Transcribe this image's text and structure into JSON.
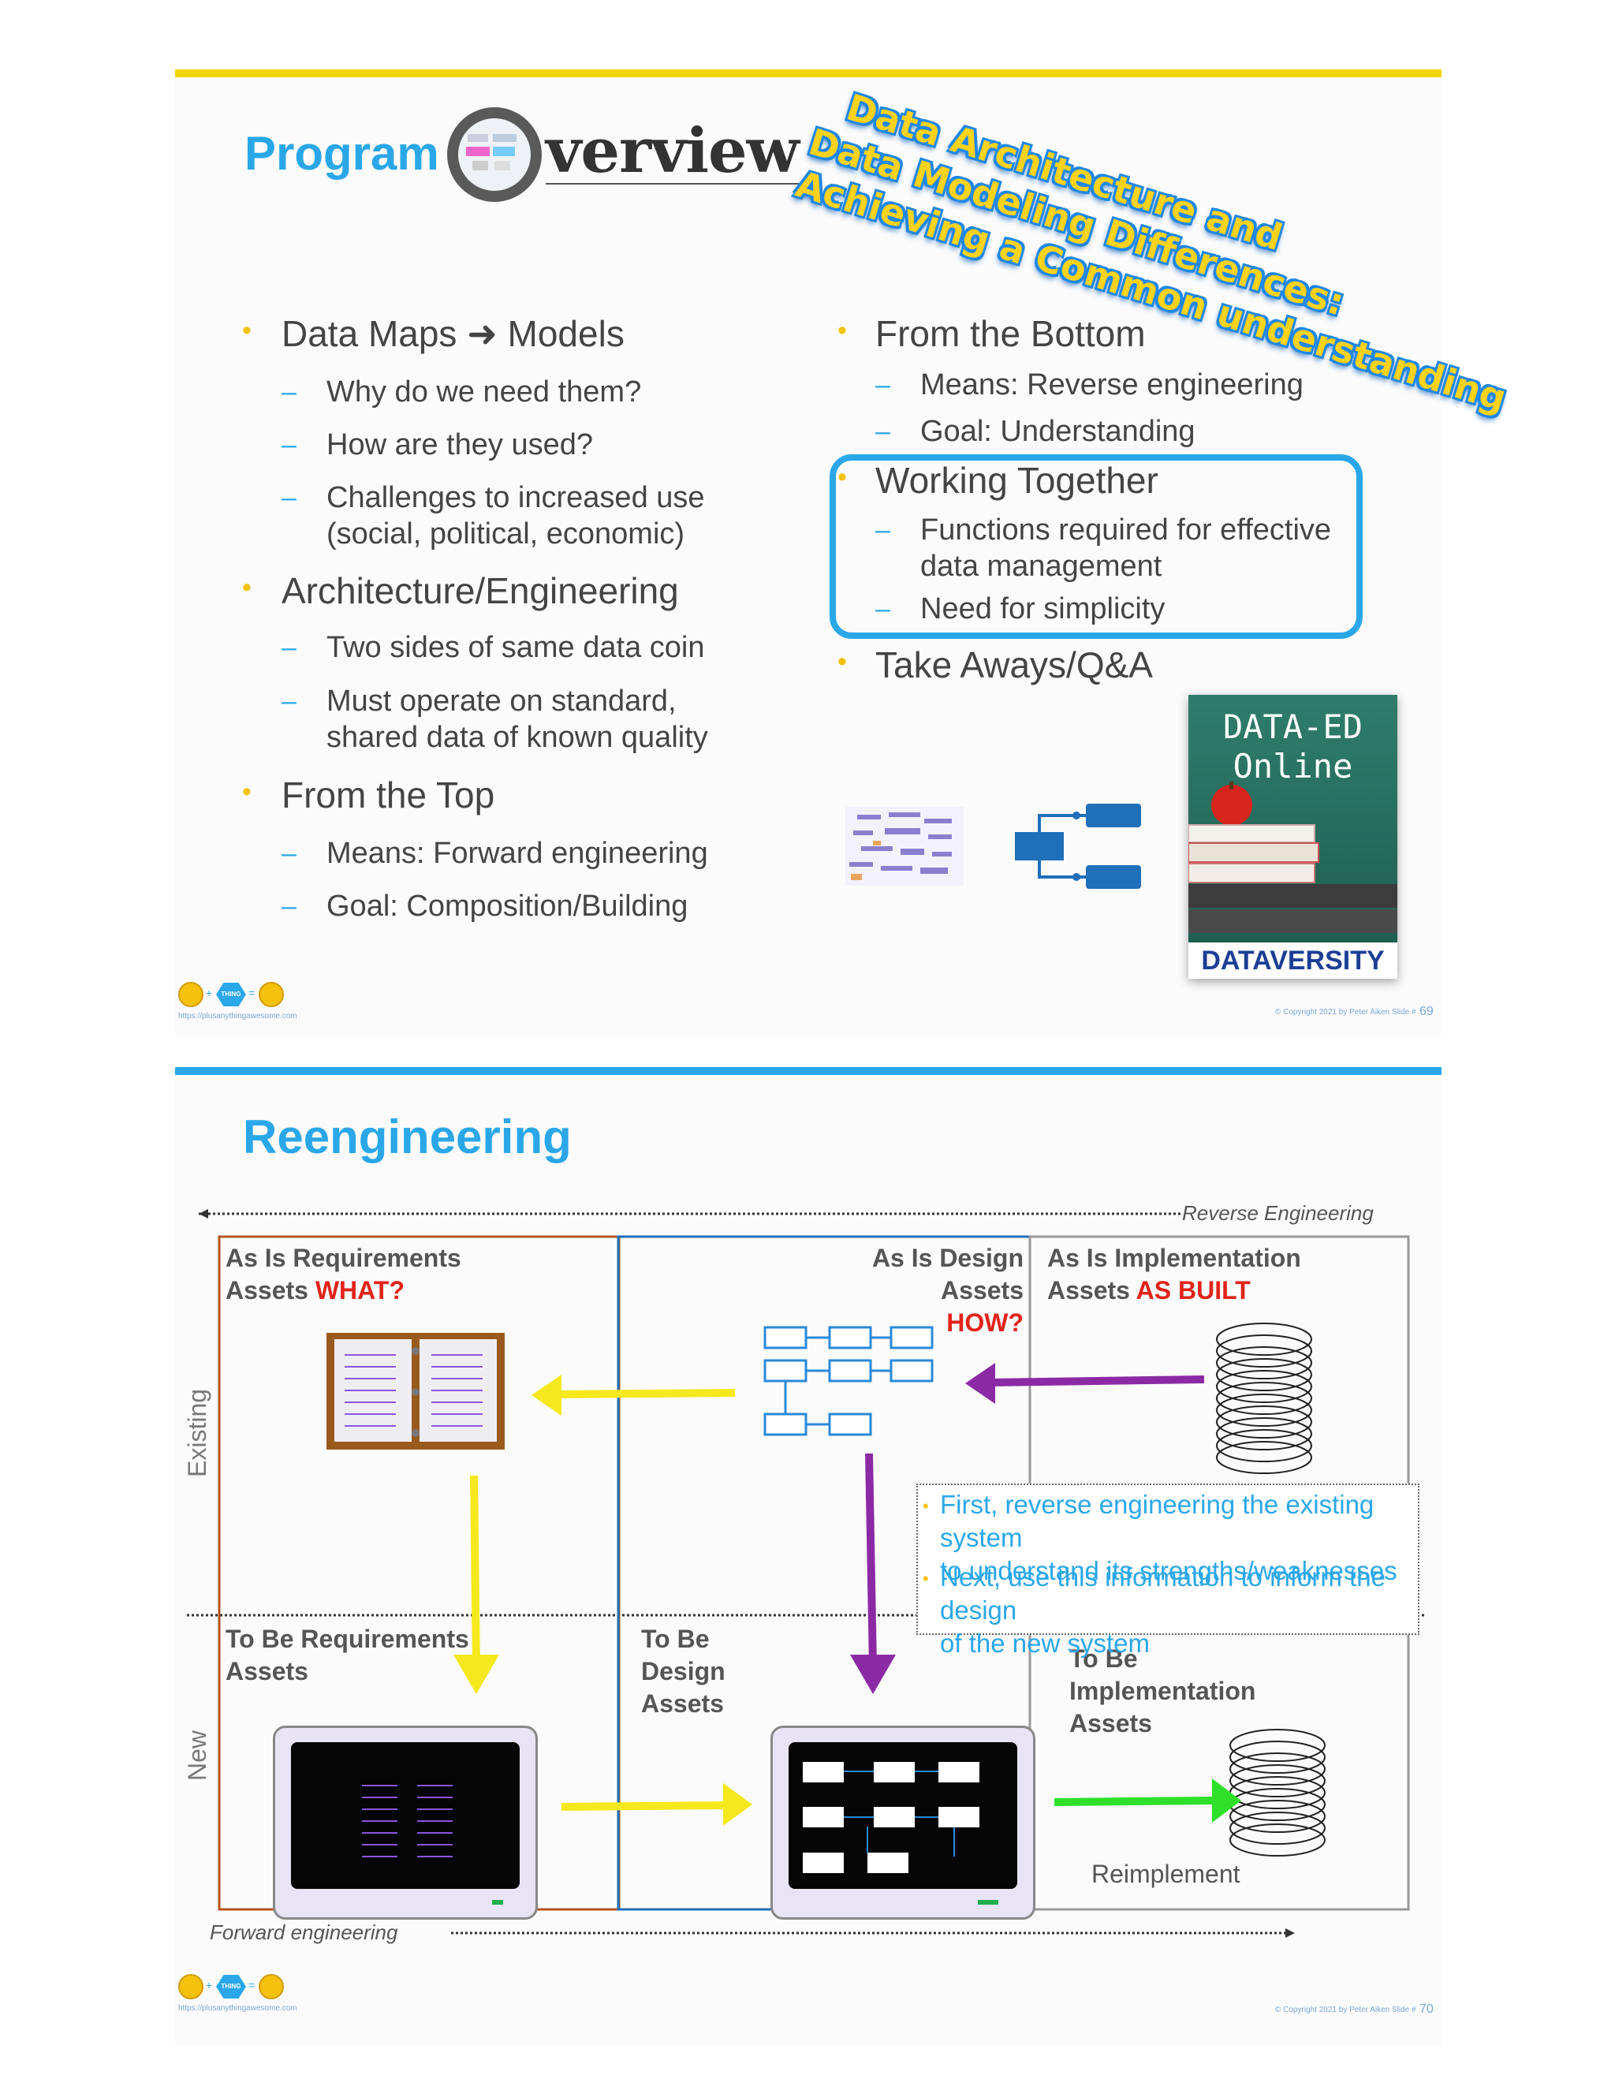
{
  "slide1": {
    "title_program": "Program",
    "title_overview": "verview",
    "banner_lines": [
      "Data Architecture and",
      "Data Modeling Differences:",
      "Achieving a Common understanding"
    ],
    "left": [
      {
        "heading": "Data Maps ➜ Models",
        "subs": [
          "Why do we need them?",
          "How are they used?",
          "Challenges to increased use\n(social, political, economic)"
        ]
      },
      {
        "heading": "Architecture/Engineering",
        "subs": [
          "Two sides of same data coin",
          "Must operate on standard,\nshared data of known quality"
        ]
      },
      {
        "heading": "From the Top",
        "subs": [
          "Means:  Forward engineering",
          "Goal:  Composition/Building"
        ]
      }
    ],
    "right": [
      {
        "heading": "From the Bottom",
        "subs": [
          "Means:  Reverse engineering",
          "Goal:  Understanding"
        ]
      },
      {
        "heading": "Working Together",
        "subs": [
          "Functions required for effective\ndata management",
          "Need for simplicity"
        ]
      },
      {
        "heading": "Take Aways/Q&A",
        "subs": []
      }
    ],
    "dataed_line1": "DATA-ED",
    "dataed_line2": "Online",
    "dataversity": "DATAVERSITY",
    "footer_url": "https://plusanythingawesome.com",
    "footer_copyright": "© Copyright   2021   by Peter Aiken   Slide #",
    "slide_number": "69",
    "logo_hex_text": "THING",
    "colors": {
      "accent_blue": "#2aa7e8",
      "accent_yellow": "#f4c20d",
      "top_bar_1": "#f4d400",
      "top_bar_2": "#2aa7e8"
    }
  },
  "slide2": {
    "title": "Reengineering",
    "reverse_engineering": "Reverse Engineering",
    "forward_engineering": "Forward engineering",
    "axis_existing": "Existing",
    "axis_new": "New",
    "as_is_req_line1": "As Is Requirements",
    "as_is_req_line2_a": "Assets ",
    "as_is_req_line2_b": "WHAT?",
    "as_is_design_line1": "As Is Design Assets",
    "as_is_design_line2": "HOW?",
    "as_is_impl_line1": "As Is Implementation",
    "as_is_impl_line2_a": "Assets ",
    "as_is_impl_line2_b": "AS BUILT",
    "to_be_req": "To Be Requirements\nAssets",
    "to_be_design": "To Be\nDesign\nAssets",
    "to_be_impl": "To Be\nImplementation\nAssets",
    "reimplement": "Reimplement",
    "notes": [
      "First, reverse engineering the existing system\nto understand its strengths/weaknesses",
      "Next, use this information to inform the design\nof the new system"
    ],
    "footer_url": "https://plusanythingawesome.com",
    "footer_copyright": "© Copyright   2021   by Peter Aiken   Slide #",
    "slide_number": "70",
    "logo_hex_text": "THING"
  }
}
